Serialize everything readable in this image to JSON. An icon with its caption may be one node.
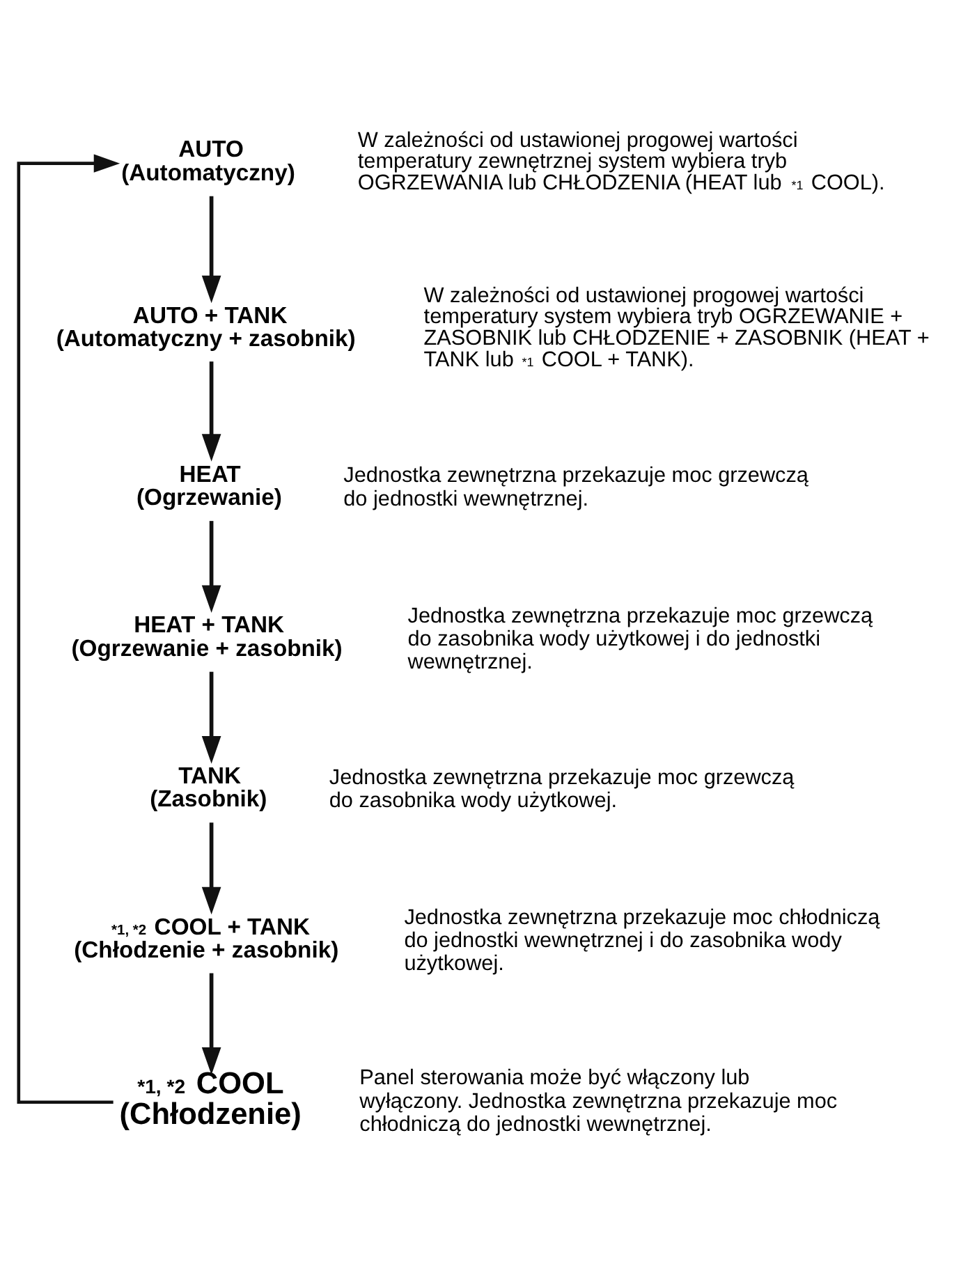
{
  "diagram": {
    "nodes": [
      {
        "text": [
          "AUTO",
          "(Automatyczny)"
        ],
        "beside": [
          "W zależności od ustawionej progowej wartości temperatury zewnętrznej system wybiera tryb OGRZEWANIA lub CHŁODZENIA (HEAT lub $^{*1}$ COOL)."
        ]
      },
      {
        "text": [
          "AUTO + TANK",
          "(Automatyczny + zasobnik)"
        ],
        "beside": [
          "W zależności od ustawionej progowej wartości temperatury system wybiera tryb OGRZEWANIE + ZASOBNIK lub CHŁODZENIE + ZASOBNIK (HEAT + TANK lub $^{*1}$ COOL + TANK)."
        ]
      },
      {
        "text": [
          "HEAT",
          "(Ogrzewanie)"
        ],
        "beside": [
          "Jednostka zewnętrzna przekazuje moc grzewczą do jednostki wewnętrznej."
        ]
      },
      {
        "text": [
          "HEAT + TANK",
          "(Ogrzewanie + zasobnik)"
        ],
        "beside": [
          "Jednostka zewnętrzna przekazuje moc grzewczą do zasobnika wody użytkowej i do jednostki wewnętrznej."
        ]
      },
      {
        "text": [
          "TANK",
          "(Zasobnik)"
        ],
        "beside": [
          "Jednostka zewnętrzna przekazuje moc grzewczą do zasobnika wody użytkowej."
        ]
      },
      {
        "text": [
          "$^{*1, *2}$ COOL + TANK",
          "(Chłodzenie + zasobnik)"
        ],
        "beside": [
          "Jednostka zewnętrzna przekazuje moc chłodniczą do jednostki wewnętrznej i do zasobnika wody użytkowej."
        ]
      },
      {
        "text": [
          "$^{*1, *2}$ COOL",
          "(Chłodzenie)"
        ],
        "beside": [
          "Panel sterowania może być włączony lub wyłączony. Jednostka zewnętrzna przekazuje moc chłodniczą do jednostki wewnętrznej."
        ]
      }
    ],
    "edges": [
      {
        "from": 0,
        "to": 1,
        "arrow": "to"
      },
      {
        "from": 1,
        "to": 2,
        "arrow": "to"
      },
      {
        "from": 2,
        "to": 3,
        "arrow": "to"
      },
      {
        "from": 3,
        "to": 4,
        "arrow": "to"
      },
      {
        "from": 4,
        "to": 5,
        "arrow": "to"
      },
      {
        "from": 5,
        "to": 6,
        "arrow": "to"
      },
      {
        "from": 6,
        "to": 0,
        "arrow": "to"
      }
    ]
  }
}
